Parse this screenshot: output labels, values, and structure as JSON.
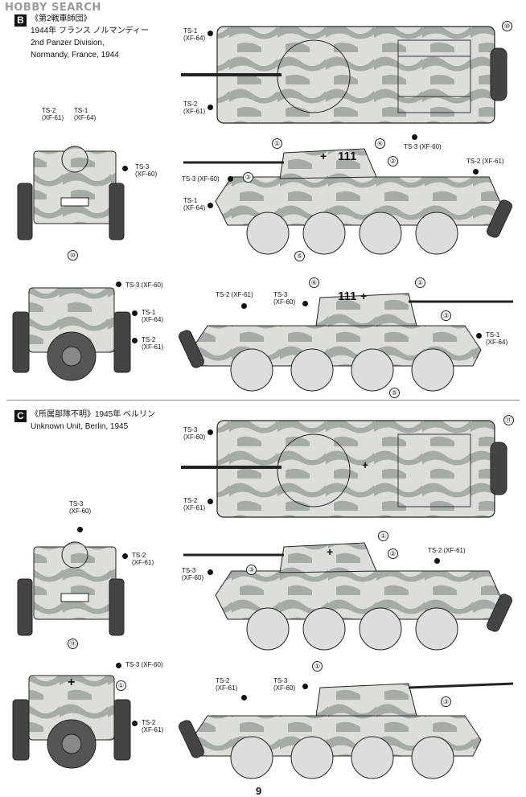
{
  "watermark": "HOBBY SEARCH",
  "page_number": "9",
  "sections": [
    {
      "badge": "B",
      "caption_jp": "《第2戦車師団》",
      "caption_jp2": "1944年 フランス ノルマンディー",
      "caption_en1": "2nd Panzer Division,",
      "caption_en2": "Normandy, France, 1944"
    },
    {
      "badge": "C",
      "caption_jp": "《所属部隊不明》1945年 ベルリン",
      "caption_en1": "Unknown Unit, Berlin, 1945"
    }
  ],
  "paints": {
    "ts1": {
      "code": "TS-1",
      "xf": "(XF-64)"
    },
    "ts2": {
      "code": "TS-2",
      "xf": "(XF-61)"
    },
    "ts3": {
      "code": "TS-3",
      "xf": "(XF-60)"
    },
    "ts2_inline": "TS-2 (XF-61)",
    "ts3_inline": "TS-3 (XF-60)"
  },
  "markings": {
    "number": "111",
    "cross": "+"
  },
  "callouts": [
    "①",
    "②",
    "③",
    "④",
    "⑤",
    "⑩",
    "⑪"
  ],
  "colors": {
    "camo_base": "#d9dcd6",
    "camo_dark": "#9aa29b",
    "outline": "#222222"
  }
}
